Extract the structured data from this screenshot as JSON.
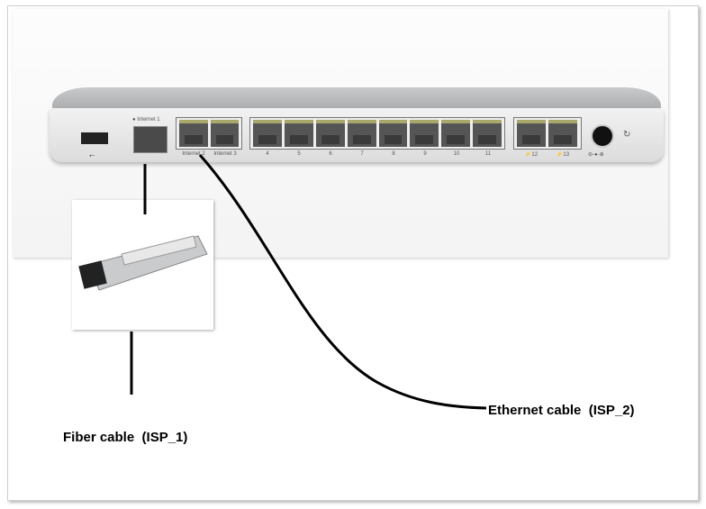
{
  "router": {
    "usb_label": "⭠",
    "sfp_label": "● Internet 1",
    "group1": [
      "Internet 2",
      "Internet 3"
    ],
    "group2": [
      "4",
      "5",
      "6",
      "7",
      "8",
      "9",
      "10",
      "11"
    ],
    "group3": [
      "⚡12",
      "⚡13"
    ],
    "power_label": "⊖-●-⊕"
  },
  "captions": {
    "fiber": "Fiber cable  (ISP_1)",
    "ethernet": "Ethernet cable  (ISP_2)"
  },
  "colors": {
    "cable": "#000000",
    "led": "#a8a86a"
  }
}
